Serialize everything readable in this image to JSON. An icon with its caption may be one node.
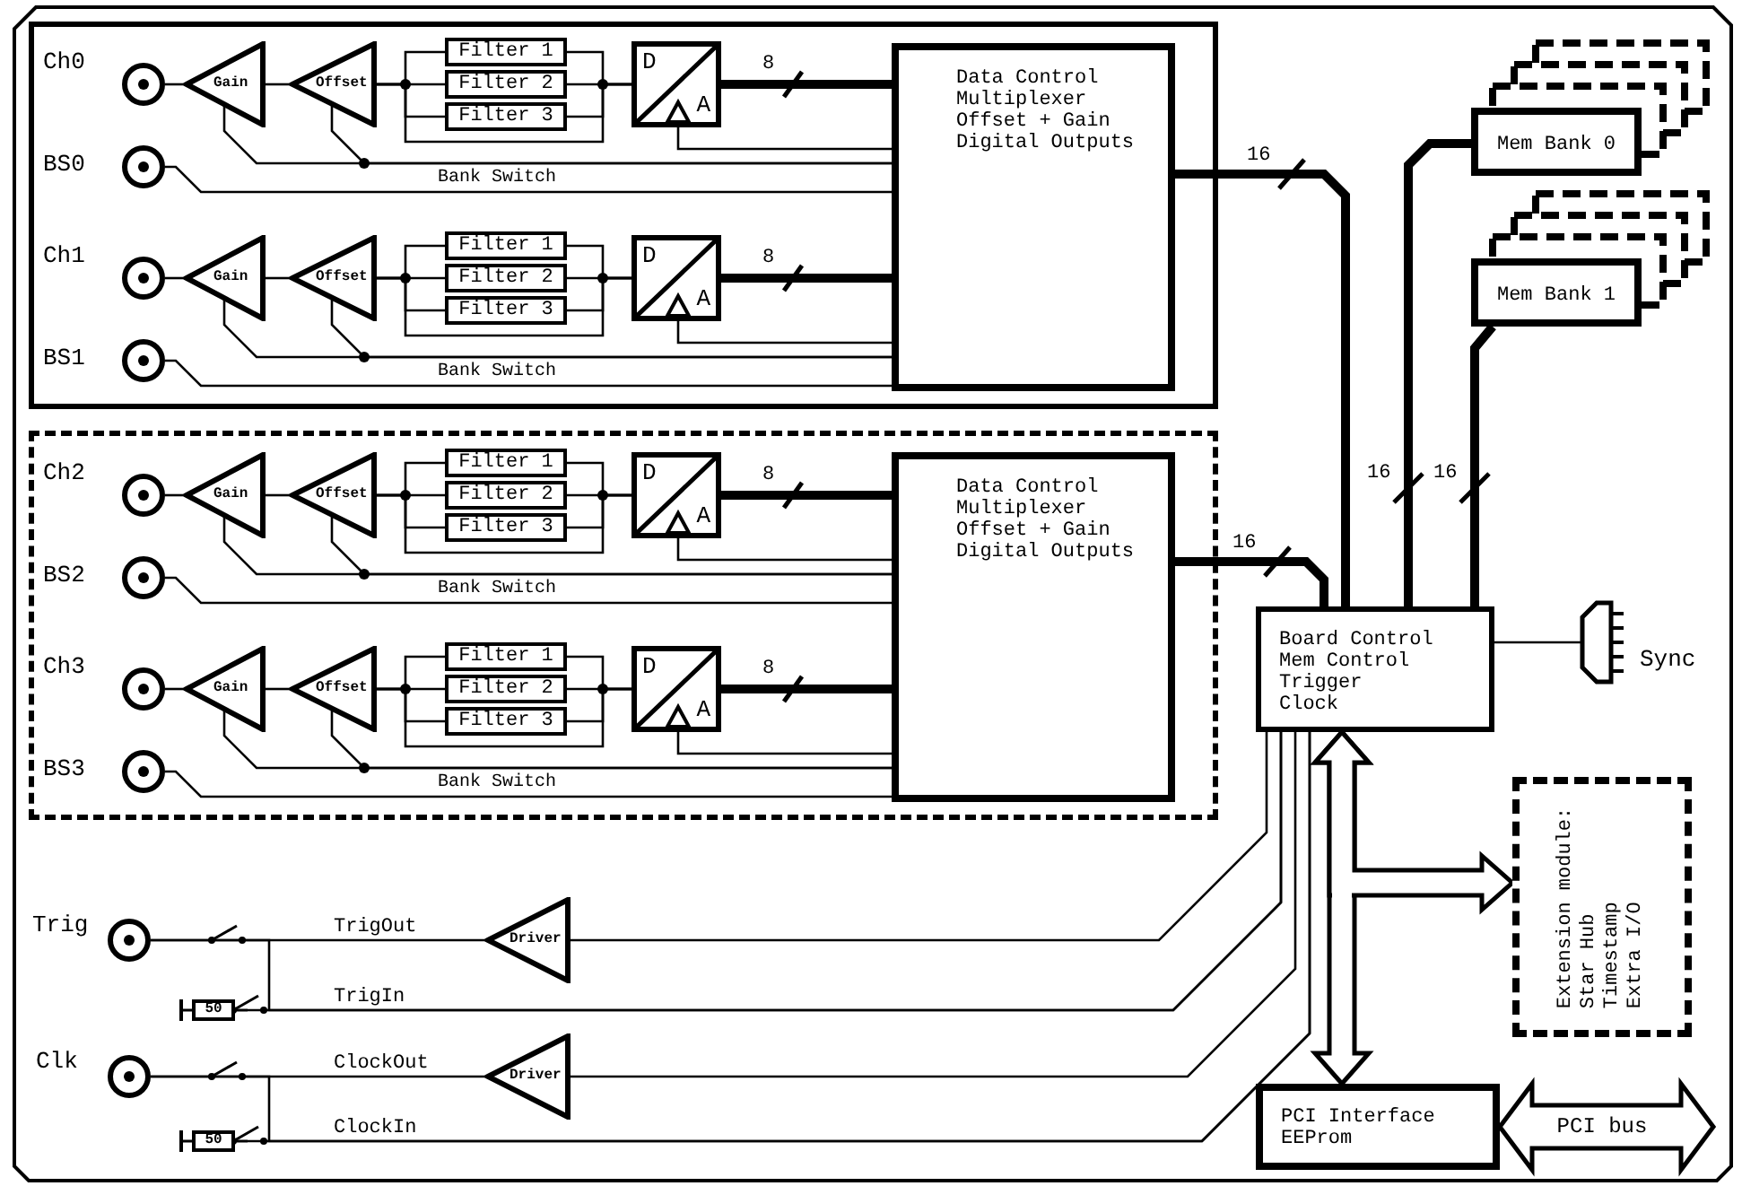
{
  "diagram": {
    "nodes": [
      {
        "text": [],
        "shape": "box"
      },
      {
        "text": [],
        "shape": "circle",
        "beside": [
          "Ch0"
        ],
        "in": 0
      },
      {
        "text": [
          "Gain"
        ],
        "in": 0
      },
      {
        "text": [
          "Offset"
        ],
        "in": 0
      },
      {
        "text": [
          "Filter 1"
        ],
        "in": 0
      },
      {
        "text": [
          "Filter 2"
        ],
        "in": 0
      },
      {
        "text": [
          "Filter 3"
        ],
        "in": 0
      },
      {
        "text": [
          "D",
          "A"
        ],
        "in": 0
      },
      {
        "text": [],
        "shape": "circle",
        "beside": [
          "BS0"
        ],
        "in": 0
      },
      {
        "text": [],
        "shape": "circle",
        "beside": [
          "Ch1"
        ],
        "in": 0
      },
      {
        "text": [
          "Gain"
        ],
        "in": 0
      },
      {
        "text": [
          "Offset"
        ],
        "in": 0
      },
      {
        "text": [
          "Filter 1"
        ],
        "in": 0
      },
      {
        "text": [
          "Filter 2"
        ],
        "in": 0
      },
      {
        "text": [
          "Filter 3"
        ],
        "in": 0
      },
      {
        "text": [
          "D",
          "A"
        ],
        "in": 0
      },
      {
        "text": [],
        "shape": "circle",
        "beside": [
          "BS1"
        ],
        "in": 0
      },
      {
        "text": [
          "Data Control",
          "Multiplexer",
          "Offset + Gain",
          "Digital Outputs"
        ],
        "in": 0
      },
      {
        "text": [],
        "shape": "box"
      },
      {
        "text": [],
        "shape": "circle",
        "beside": [
          "Ch2"
        ],
        "in": 18
      },
      {
        "text": [
          "Gain"
        ],
        "in": 18
      },
      {
        "text": [
          "Offset"
        ],
        "in": 18
      },
      {
        "text": [
          "Filter 1"
        ],
        "in": 18
      },
      {
        "text": [
          "Filter 2"
        ],
        "in": 18
      },
      {
        "text": [
          "Filter 3"
        ],
        "in": 18
      },
      {
        "text": [
          "D",
          "A"
        ],
        "in": 18
      },
      {
        "text": [],
        "shape": "circle",
        "beside": [
          "BS2"
        ],
        "in": 18
      },
      {
        "text": [],
        "shape": "circle",
        "beside": [
          "Ch3"
        ],
        "in": 18
      },
      {
        "text": [
          "Gain"
        ],
        "in": 18
      },
      {
        "text": [
          "Offset"
        ],
        "in": 18
      },
      {
        "text": [
          "Filter 1"
        ],
        "in": 18
      },
      {
        "text": [
          "Filter 2"
        ],
        "in": 18
      },
      {
        "text": [
          "Filter 3"
        ],
        "in": 18
      },
      {
        "text": [
          "D",
          "A"
        ],
        "in": 18
      },
      {
        "text": [],
        "shape": "circle",
        "beside": [
          "BS3"
        ],
        "in": 18
      },
      {
        "text": [
          "Data Control",
          "Multiplexer",
          "Offset + Gain",
          "Digital Outputs"
        ],
        "in": 18
      },
      {
        "text": [
          "Mem Bank 0"
        ]
      },
      {
        "text": [
          "Mem Bank 1"
        ]
      },
      {
        "text": [
          "Board Control",
          "Mem Control",
          "Trigger",
          "Clock"
        ]
      },
      {
        "text": [],
        "shape": "plug",
        "beside": [
          "Sync"
        ]
      },
      {
        "text": [
          "Extension module:",
          "Star Hub",
          "Timestamp",
          "Extra I/O"
        ]
      },
      {
        "text": [],
        "shape": "circle",
        "beside": [
          "Trig"
        ]
      },
      {
        "text": [
          "Driver"
        ]
      },
      {
        "text": [
          "50"
        ]
      },
      {
        "text": [],
        "shape": "circle",
        "beside": [
          "Clk"
        ]
      },
      {
        "text": [
          "Driver"
        ]
      },
      {
        "text": [
          "50"
        ]
      },
      {
        "text": [
          "PCI Interface",
          "EEProm"
        ]
      }
    ],
    "edges": [
      {
        "from": 1,
        "to": 2,
        "arrow": "none"
      },
      {
        "from": 2,
        "to": 3,
        "arrow": "none"
      },
      {
        "from": 3,
        "to": 4,
        "arrow": "none"
      },
      {
        "from": 3,
        "to": 5,
        "arrow": "none"
      },
      {
        "from": 3,
        "to": 6,
        "arrow": "none"
      },
      {
        "from": 3,
        "to": 7,
        "arrow": "none"
      },
      {
        "from": 4,
        "to": 7,
        "arrow": "none"
      },
      {
        "from": 5,
        "to": 7,
        "arrow": "none"
      },
      {
        "from": 6,
        "to": 7,
        "arrow": "none"
      },
      {
        "from": 7,
        "to": 17,
        "arrow": "none",
        "label": "8",
        "style": "thick"
      },
      {
        "from": 2,
        "to": 17,
        "arrow": "none"
      },
      {
        "from": 3,
        "to": 17,
        "arrow": "none"
      },
      {
        "from": 7,
        "to": 17,
        "arrow": "none"
      },
      {
        "from": 8,
        "to": 17,
        "arrow": "none",
        "label": "Bank Switch"
      },
      {
        "from": 9,
        "to": 10,
        "arrow": "none"
      },
      {
        "from": 10,
        "to": 11,
        "arrow": "none"
      },
      {
        "from": 11,
        "to": 12,
        "arrow": "none"
      },
      {
        "from": 11,
        "to": 13,
        "arrow": "none"
      },
      {
        "from": 11,
        "to": 14,
        "arrow": "none"
      },
      {
        "from": 11,
        "to": 15,
        "arrow": "none"
      },
      {
        "from": 12,
        "to": 15,
        "arrow": "none"
      },
      {
        "from": 13,
        "to": 15,
        "arrow": "none"
      },
      {
        "from": 14,
        "to": 15,
        "arrow": "none"
      },
      {
        "from": 15,
        "to": 17,
        "arrow": "none",
        "label": "8",
        "style": "thick"
      },
      {
        "from": 10,
        "to": 17,
        "arrow": "none"
      },
      {
        "from": 11,
        "to": 17,
        "arrow": "none"
      },
      {
        "from": 15,
        "to": 17,
        "arrow": "none"
      },
      {
        "from": 16,
        "to": 17,
        "arrow": "none",
        "label": "Bank Switch"
      },
      {
        "from": 19,
        "to": 20,
        "arrow": "none"
      },
      {
        "from": 20,
        "to": 21,
        "arrow": "none"
      },
      {
        "from": 21,
        "to": 22,
        "arrow": "none"
      },
      {
        "from": 21,
        "to": 23,
        "arrow": "none"
      },
      {
        "from": 21,
        "to": 24,
        "arrow": "none"
      },
      {
        "from": 21,
        "to": 25,
        "arrow": "none"
      },
      {
        "from": 22,
        "to": 25,
        "arrow": "none"
      },
      {
        "from": 23,
        "to": 25,
        "arrow": "none"
      },
      {
        "from": 24,
        "to": 25,
        "arrow": "none"
      },
      {
        "from": 25,
        "to": 35,
        "arrow": "none",
        "label": "8",
        "style": "thick"
      },
      {
        "from": 20,
        "to": 35,
        "arrow": "none"
      },
      {
        "from": 21,
        "to": 35,
        "arrow": "none"
      },
      {
        "from": 25,
        "to": 35,
        "arrow": "none"
      },
      {
        "from": 26,
        "to": 35,
        "arrow": "none",
        "label": "Bank Switch"
      },
      {
        "from": 27,
        "to": 28,
        "arrow": "none"
      },
      {
        "from": 28,
        "to": 29,
        "arrow": "none"
      },
      {
        "from": 29,
        "to": 30,
        "arrow": "none"
      },
      {
        "from": 29,
        "to": 31,
        "arrow": "none"
      },
      {
        "from": 29,
        "to": 32,
        "arrow": "none"
      },
      {
        "from": 29,
        "to": 33,
        "arrow": "none"
      },
      {
        "from": 30,
        "to": 33,
        "arrow": "none"
      },
      {
        "from": 31,
        "to": 33,
        "arrow": "none"
      },
      {
        "from": 32,
        "to": 33,
        "arrow": "none"
      },
      {
        "from": 33,
        "to": 35,
        "arrow": "none",
        "label": "8",
        "style": "thick"
      },
      {
        "from": 28,
        "to": 35,
        "arrow": "none"
      },
      {
        "from": 29,
        "to": 35,
        "arrow": "none"
      },
      {
        "from": 33,
        "to": 35,
        "arrow": "none"
      },
      {
        "from": 34,
        "to": 35,
        "arrow": "none",
        "label": "Bank Switch"
      },
      {
        "from": 17,
        "to": 38,
        "arrow": "none",
        "label": "16",
        "style": "thick"
      },
      {
        "from": 35,
        "to": 38,
        "arrow": "none",
        "label": "16",
        "style": "thick"
      },
      {
        "from": 38,
        "to": 36,
        "arrow": "none",
        "label": "16",
        "style": "thick"
      },
      {
        "from": 38,
        "to": 37,
        "arrow": "none",
        "label": "16",
        "style": "thick"
      },
      {
        "from": 38,
        "to": 39,
        "arrow": "none"
      },
      {
        "from": 38,
        "to": 40,
        "arrow": "both",
        "style": "thick"
      },
      {
        "from": 38,
        "to": 47,
        "arrow": "both",
        "style": "thick"
      },
      {
        "from": 41,
        "to": 42,
        "arrow": "none",
        "label": "TrigOut"
      },
      {
        "from": 42,
        "to": 38,
        "arrow": "none"
      },
      {
        "from": 41,
        "to": 38,
        "arrow": "none",
        "label": "TrigIn"
      },
      {
        "from": 43,
        "to": 38,
        "arrow": "none"
      },
      {
        "from": 44,
        "to": 45,
        "arrow": "none",
        "label": "ClockOut"
      },
      {
        "from": 45,
        "to": 38,
        "arrow": "none"
      },
      {
        "from": 44,
        "to": 38,
        "arrow": "none",
        "label": "ClockIn"
      },
      {
        "from": 46,
        "to": 38,
        "arrow": "none"
      },
      {
        "from": 47,
        "to": null,
        "arrow": "both",
        "label": "PCI bus",
        "style": "thick"
      }
    ]
  }
}
